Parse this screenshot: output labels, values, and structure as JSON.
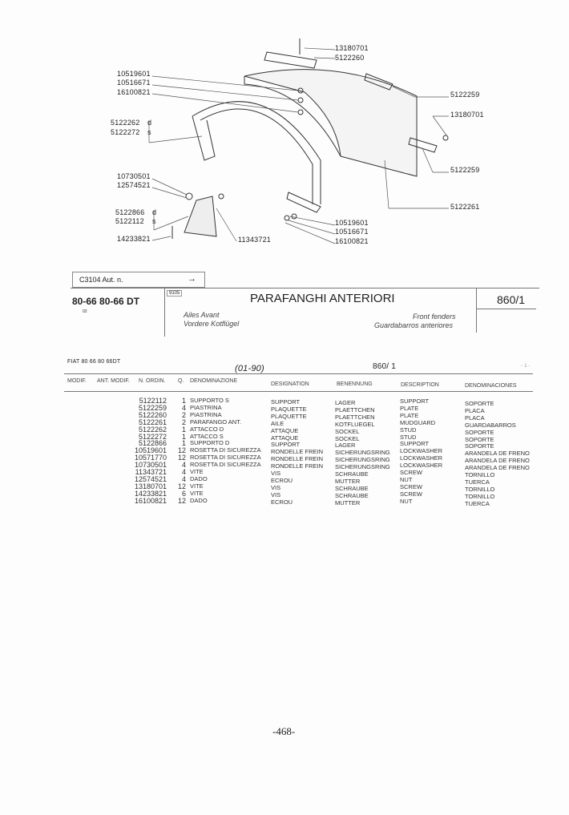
{
  "diagram": {
    "callouts": [
      "13180701",
      "5122260",
      "10519601",
      "10516671",
      "16100821",
      "5122259",
      "13180701",
      "5122262",
      "d",
      "5122272",
      "s",
      "5122259",
      "10730501",
      "12574521",
      "5122261",
      "5122866",
      "d",
      "5122112",
      "s",
      "10519601",
      "10516671",
      "16100821",
      "14233821",
      "11343721"
    ]
  },
  "reference_box": {
    "label": "C3104 Aut. n.",
    "arrow": "→"
  },
  "header": {
    "model": "80-66 80-66 DT",
    "model_sub": "02",
    "badge": "9105",
    "title": "PARAFANGHI ANTERIORI",
    "page_code": "860/1",
    "fr": "Ailes Avant",
    "de": "Vordere Kotflügel",
    "en": "Front fenders",
    "es": "Guardabarros anteriores"
  },
  "list": {
    "model": "FIAT 80 66 80 66DT",
    "handwritten": "(01-90)",
    "page_code": "860/ 1",
    "page_mark": "- 1 -",
    "columns": [
      "MODIF.",
      "ANT. MODIF.",
      "N. ORDIN.",
      "Q.",
      "DENOMINAZIONE",
      "DESIGNATION",
      "BENENNUNG",
      "DESCRIPTION",
      "DENOMINACIONES"
    ],
    "rows": [
      [
        "5122112",
        "1",
        "SUPPORTO S",
        "SUPPORT",
        "LAGER",
        "SUPPORT",
        "SOPORTE"
      ],
      [
        "5122259",
        "4",
        "PIASTRINA",
        "PLAQUETTE",
        "PLAETTCHEN",
        "PLATE",
        "PLACA"
      ],
      [
        "5122260",
        "2",
        "PIASTRINA",
        "PLAQUETTE",
        "PLAETTCHEN",
        "PLATE",
        "PLACA"
      ],
      [
        "5122261",
        "2",
        "PARAFANGO ANT.",
        "AILE",
        "KOTFLUEGEL",
        "MUDGUARD",
        "GUARDABARROS"
      ],
      [
        "5122262",
        "1",
        "ATTACCO D",
        "ATTAQUE",
        "SOCKEL",
        "STUD",
        "SOPORTE"
      ],
      [
        "5122272",
        "1",
        "ATTACCO S",
        "ATTAQUE",
        "SOCKEL",
        "STUD",
        "SOPORTE"
      ],
      [
        "5122866",
        "1",
        "SUPPORTO D",
        "SUPPORT",
        "LAGER",
        "SUPPORT",
        "SOPORTE"
      ],
      [
        "10519601",
        "12",
        "ROSETTA DI SICUREZZA",
        "RONDELLE FREIN",
        "SICHERUNGSRING",
        "LOCKWASHER",
        "ARANDELA DE FRENO"
      ],
      [
        "10571770",
        "12",
        "ROSETTA DI SICUREZZA",
        "RONDELLE FREIN",
        "SICHERUNGSRING",
        "LOCKWASHER",
        "ARANDELA DE FRENO"
      ],
      [
        "10730501",
        "4",
        "ROSETTA DI SICUREZZA",
        "RONDELLE FREIN",
        "SICHERUNGSRING",
        "LOCKWASHER",
        "ARANDELA DE FRENO"
      ],
      [
        "11343721",
        "4",
        "VITE",
        "VIS",
        "SCHRAUBE",
        "SCREW",
        "TORNILLO"
      ],
      [
        "12574521",
        "4",
        "DADO",
        "ECROU",
        "MUTTER",
        "NUT",
        "TUERCA"
      ],
      [
        "13180701",
        "12",
        "VITE",
        "VIS",
        "SCHRAUBE",
        "SCREW",
        "TORNILLO"
      ],
      [
        "14233821",
        "6",
        "VITE",
        "VIS",
        "SCHRAUBE",
        "SCREW",
        "TORNILLO"
      ],
      [
        "16100821",
        "12",
        "DADO",
        "ECROU",
        "MUTTER",
        "NUT",
        "TUERCA"
      ]
    ]
  },
  "footer": {
    "page_number": "-468-"
  }
}
